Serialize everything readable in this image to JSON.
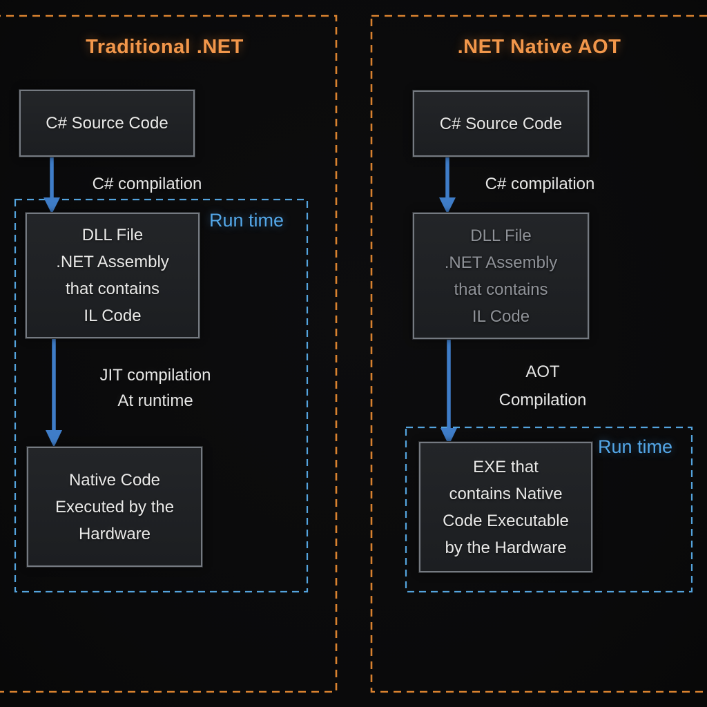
{
  "diagram": {
    "left_panel": {
      "title": "Traditional .NET",
      "source_box": {
        "line1": "C# Source Code"
      },
      "arrow1_label": "C# compilation",
      "runtime_label": "Run time",
      "dll_box": {
        "line1": "DLL File",
        "line2": ".NET Assembly",
        "line3": "that contains",
        "line4": "IL Code"
      },
      "arrow2_label": {
        "line1": "JIT compilation",
        "line2": "At runtime"
      },
      "output_box": {
        "line1": "Native Code",
        "line2": "Executed by the",
        "line3": "Hardware"
      }
    },
    "right_panel": {
      "title": ".NET Native AOT",
      "source_box": {
        "line1": "C# Source Code"
      },
      "arrow1_label": "C# compilation",
      "runtime_label": "Run time",
      "dll_box": {
        "line1": "DLL File",
        "line2": ".NET Assembly",
        "line3": "that contains",
        "line4": "IL Code",
        "state": "dimmed"
      },
      "arrow2_label": {
        "line1": "AOT",
        "line2": "Compilation"
      },
      "output_box": {
        "line1": "EXE that",
        "line2": "contains Native",
        "line3": "Code Executable",
        "line4": "by the Hardware"
      }
    },
    "colors": {
      "background": "#0a0a0b",
      "panel_border_orange": "#d9822f",
      "title_orange": "#f2974b",
      "runtime_border_blue": "#54a4de",
      "runtime_label_blue": "#54a7e8",
      "arrow_blue": "#3f7dc8",
      "node_border_gray": "#757a81",
      "node_fill": "#1e2023",
      "node_text": "#e9e9e8",
      "node_text_dimmed": "#8f9298"
    }
  }
}
